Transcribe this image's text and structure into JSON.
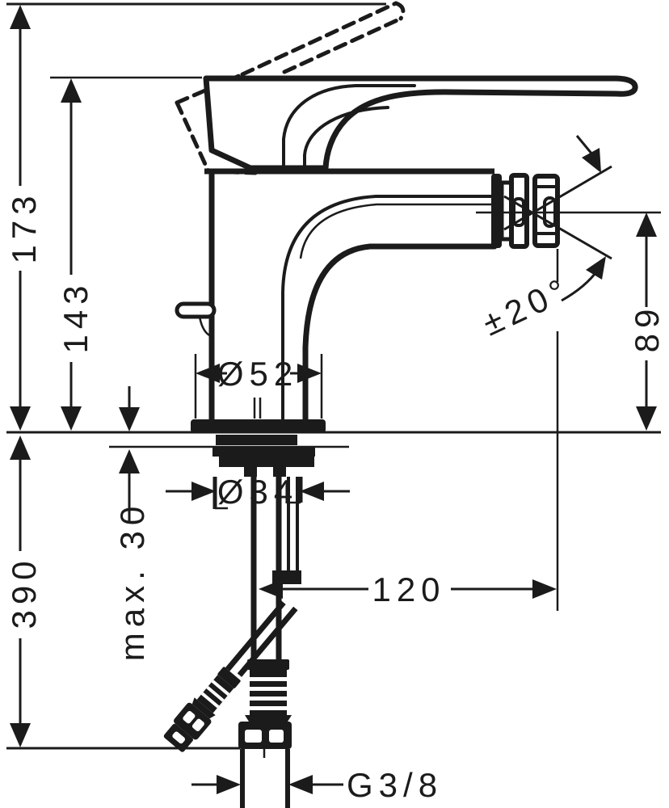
{
  "drawing": {
    "dims": {
      "total_height": "173",
      "handle_height": "143",
      "below_clearance": "390",
      "max_deck_thickness": "max. 30",
      "base_diameter": "Ø52",
      "hole_diameter": "Ø34",
      "spout_reach": "120",
      "spout_height": "89",
      "spray_angle": "±20°",
      "connection_thread": "G3/8"
    }
  }
}
